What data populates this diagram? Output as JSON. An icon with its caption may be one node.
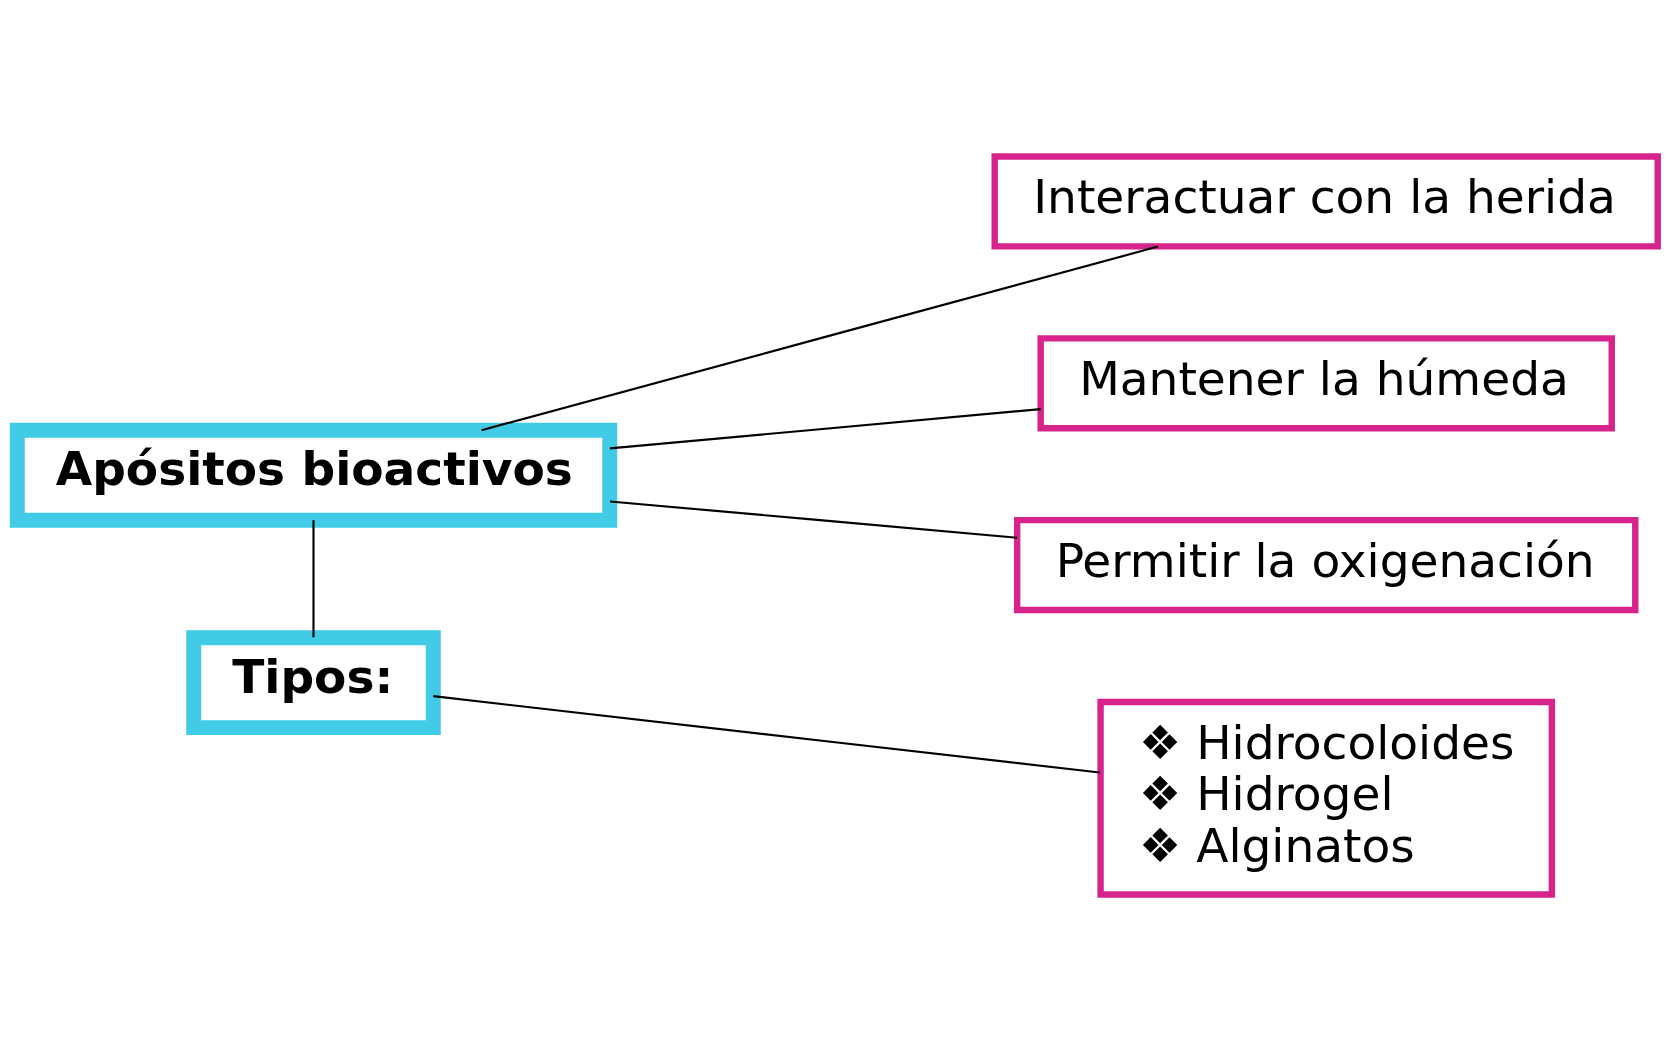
{
  "diagram": {
    "nodes": [
      {
        "text": [
          "Apósitos bioactivos"
        ]
      },
      {
        "text": [
          "Interactuar con la herida"
        ]
      },
      {
        "text": [
          "Mantener la húmeda"
        ]
      },
      {
        "text": [
          "Permitir la oxigenación"
        ]
      },
      {
        "text": [
          "Tipos:"
        ]
      },
      {
        "text": [
          "❖ Hidrocoloides",
          "❖ Hidrogel",
          "❖ Alginatos"
        ]
      }
    ],
    "edges": [
      {
        "from": 0,
        "to": 1,
        "arrow": "none"
      },
      {
        "from": 0,
        "to": 2,
        "arrow": "none"
      },
      {
        "from": 0,
        "to": 3,
        "arrow": "none"
      },
      {
        "from": 0,
        "to": 4,
        "arrow": "none"
      },
      {
        "from": 4,
        "to": 5,
        "arrow": "none"
      }
    ]
  }
}
